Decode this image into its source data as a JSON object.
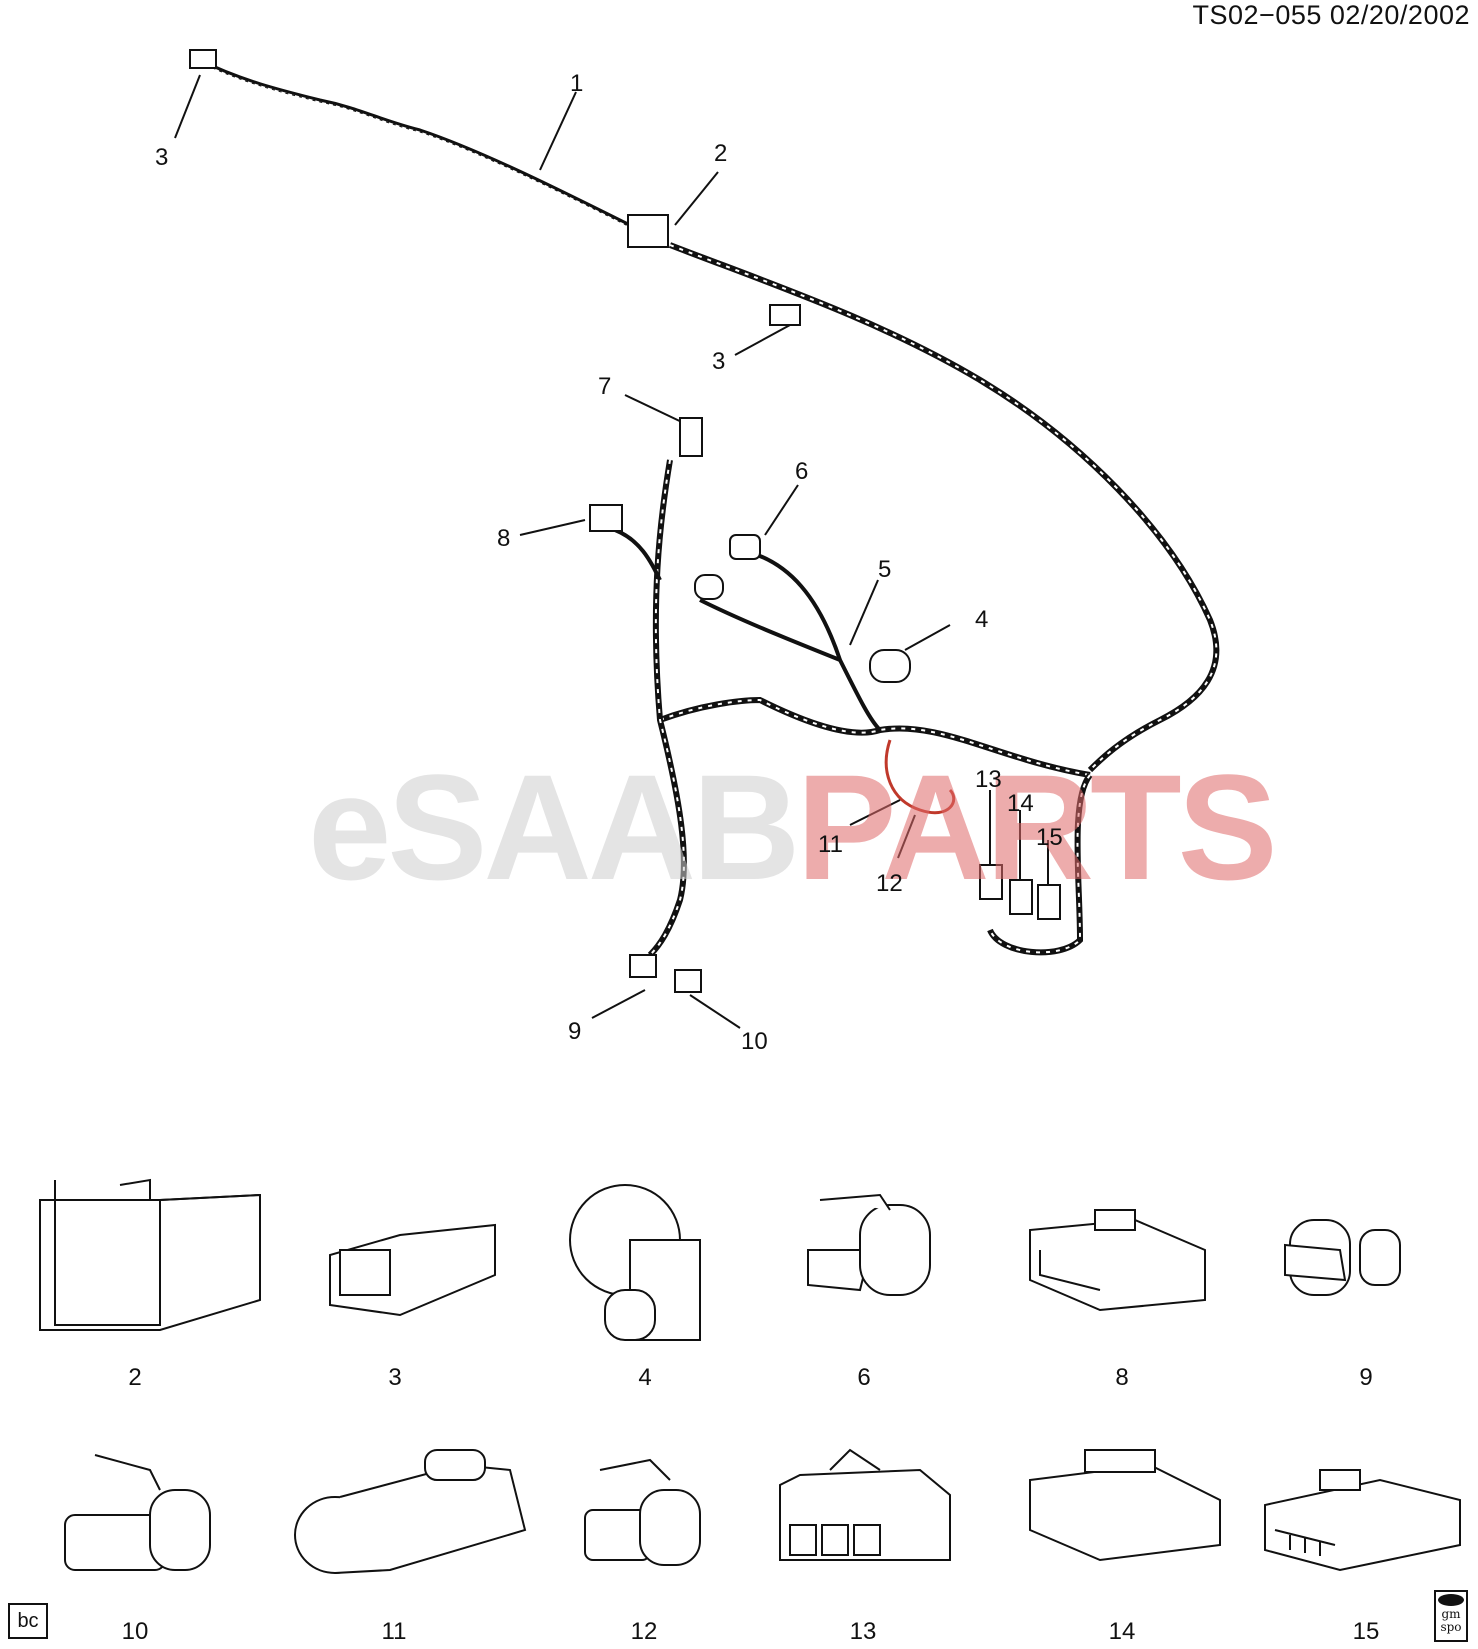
{
  "header": {
    "doc_id": "TS02−055  02/20/2002"
  },
  "watermark": {
    "part_a": "eSAAB",
    "part_b": "PARTS"
  },
  "callouts": [
    "1",
    "2",
    "3",
    "3",
    "4",
    "5",
    "6",
    "7",
    "8",
    "9",
    "10",
    "11",
    "12",
    "13",
    "14",
    "15"
  ],
  "captions": [
    "2",
    "3",
    "4",
    "6",
    "8",
    "9",
    "10",
    "11",
    "12",
    "13",
    "14",
    "15"
  ],
  "footer": {
    "left_badge": "bc",
    "right_logo_text": "gm spo"
  }
}
